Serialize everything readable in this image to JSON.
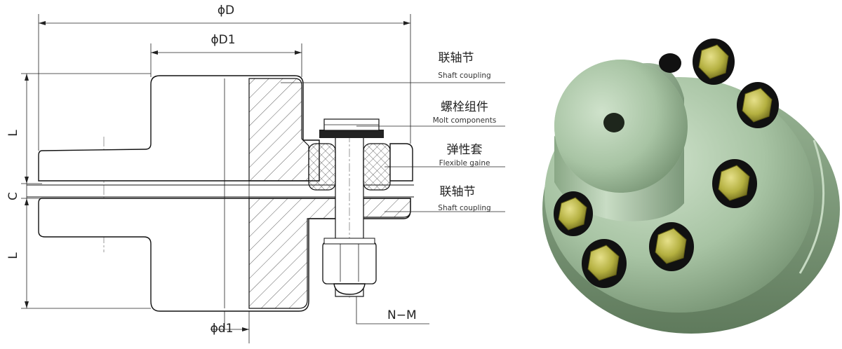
{
  "dimensions": {
    "outer_diameter": "ϕD",
    "hub_diameter": "ϕD1",
    "length_upper": "L",
    "gap": "C",
    "length_lower": "L",
    "bore_diameter": "ϕd1",
    "bolt_spec": "N−M"
  },
  "callouts": [
    {
      "cn": "联轴节",
      "en": "Shaft coupling"
    },
    {
      "cn": "螺栓组件",
      "en": "Molt components"
    },
    {
      "cn": "弹性套",
      "en": "Flexible gaine"
    },
    {
      "cn": "联轴节",
      "en": "Shaft coupling"
    }
  ],
  "colors": {
    "coupling_body": "#a8c4a4",
    "coupling_shadow": "#6f8c6c",
    "bolt": "#b4b040",
    "rubber": "#1a1a1a",
    "line": "#111111"
  }
}
